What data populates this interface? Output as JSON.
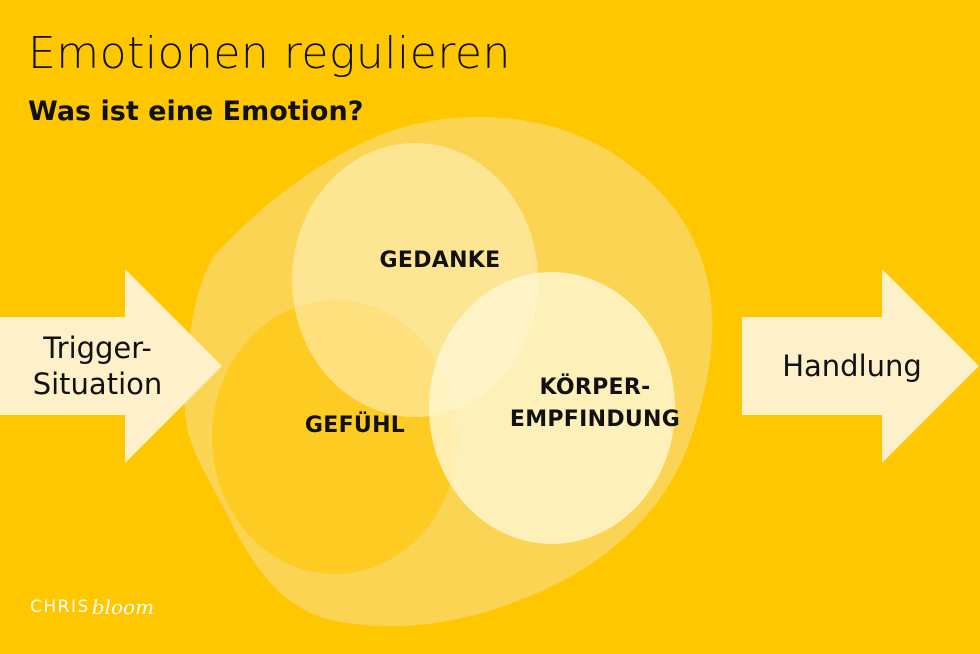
{
  "header": {
    "title": "Emotionen regulieren",
    "subtitle": "Was ist eine Emotion?"
  },
  "diagram": {
    "input_arrow": {
      "line1": "Trigger-",
      "line2": "Situation"
    },
    "output_arrow": {
      "label": "Handlung"
    },
    "circles": [
      {
        "label": "GEDANKE"
      },
      {
        "label": "GEFÜHL"
      },
      {
        "line1": "KÖRPER-",
        "line2": "EMPFINDUNG"
      }
    ]
  },
  "branding": {
    "part1": "CHRIS",
    "part2": "bloom"
  },
  "colors": {
    "background": "#FFC700",
    "blob": "#FAD452",
    "gedanke": "#FDE48F",
    "gefuehl": "#FDCB22",
    "koerper": "#FEEEB9",
    "arrows": "#FEF0C8",
    "text": "#111111",
    "logo": "#FFFFFF"
  }
}
